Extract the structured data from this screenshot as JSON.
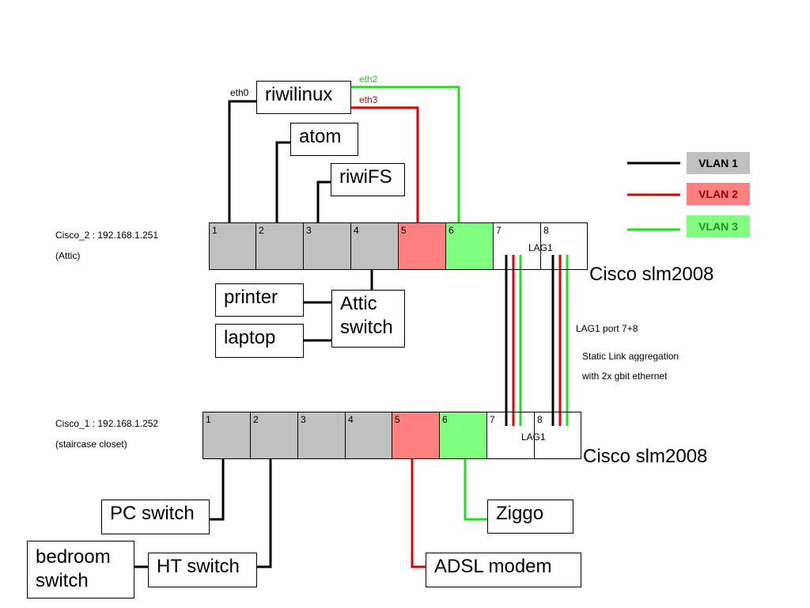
{
  "colors": {
    "vlan1": "#000000",
    "vlan2": "#e00000",
    "vlan3": "#22dd22",
    "port_gray": "#c0c0c0",
    "port_red": "#ff8080",
    "port_green": "#80ff80",
    "legend_gray": "#c0c0c0",
    "legend_red": "#ff8080",
    "legend_green": "#80ff80",
    "legend_red_text": "#a00000",
    "legend_green_text": "#2a8a2a"
  },
  "devices": {
    "riwilinux": "riwilinux",
    "atom": "atom",
    "riwiFS": "riwiFS",
    "printer": "printer",
    "laptop": "laptop",
    "attic_switch": "Attic\nswitch",
    "pc_switch": "PC switch",
    "bedroom_switch": "bedroom\nswitch",
    "ht_switch": "HT switch",
    "ziggo": "Ziggo",
    "adsl_modem": "ADSL modem"
  },
  "links": {
    "eth0": "eth0",
    "eth2": "eth2",
    "eth3": "eth3"
  },
  "cisco2": {
    "name": "Cisco_2 : 192.168.1.251",
    "location": "(Attic)",
    "model": "Cisco slm2008",
    "ports": [
      "1",
      "2",
      "3",
      "4",
      "5",
      "6",
      "7",
      "8"
    ],
    "lag": "LAG1"
  },
  "cisco1": {
    "name": "Cisco_1 : 192.168.1.252",
    "location": "(staircase closet)",
    "model": "Cisco slm2008",
    "ports": [
      "1",
      "2",
      "3",
      "4",
      "5",
      "6",
      "7",
      "8"
    ],
    "lag": "LAG1"
  },
  "lag_notes": {
    "ports": "LAG1 port 7+8",
    "line1": "Static Link aggregation",
    "line2": "with 2x gbit ethernet"
  },
  "legend": [
    {
      "label": "VLAN 1",
      "color": "vlan1"
    },
    {
      "label": "VLAN 2",
      "color": "vlan2"
    },
    {
      "label": "VLAN 3",
      "color": "vlan3"
    }
  ]
}
